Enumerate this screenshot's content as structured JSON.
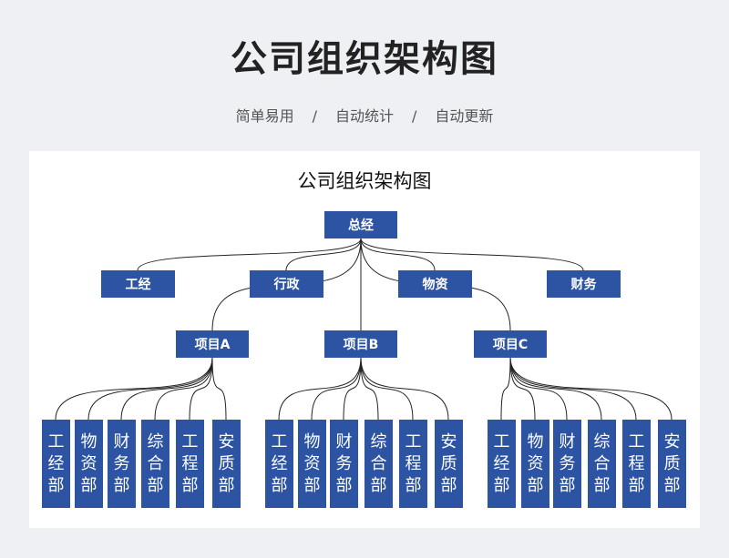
{
  "header": {
    "title": "公司组织架构图",
    "tags": [
      "简单易用",
      "自动统计",
      "自动更新"
    ],
    "sep": "/"
  },
  "chart": {
    "title": "公司组织架构图",
    "root": "总经",
    "staff": [
      "工经",
      "行政",
      "物资",
      "财务"
    ],
    "projects": [
      {
        "name": "项目A",
        "depts": [
          "工经部",
          "物资部",
          "财务部",
          "综合部",
          "工程部",
          "安质部"
        ]
      },
      {
        "name": "项目B",
        "depts": [
          "工经部",
          "物资部",
          "财务部",
          "综合部",
          "工程部",
          "安质部"
        ]
      },
      {
        "name": "项目C",
        "depts": [
          "工经部",
          "物资部",
          "财务部",
          "综合部",
          "工程部",
          "安质部"
        ]
      }
    ]
  },
  "colors": {
    "box": "#2d54a3"
  }
}
